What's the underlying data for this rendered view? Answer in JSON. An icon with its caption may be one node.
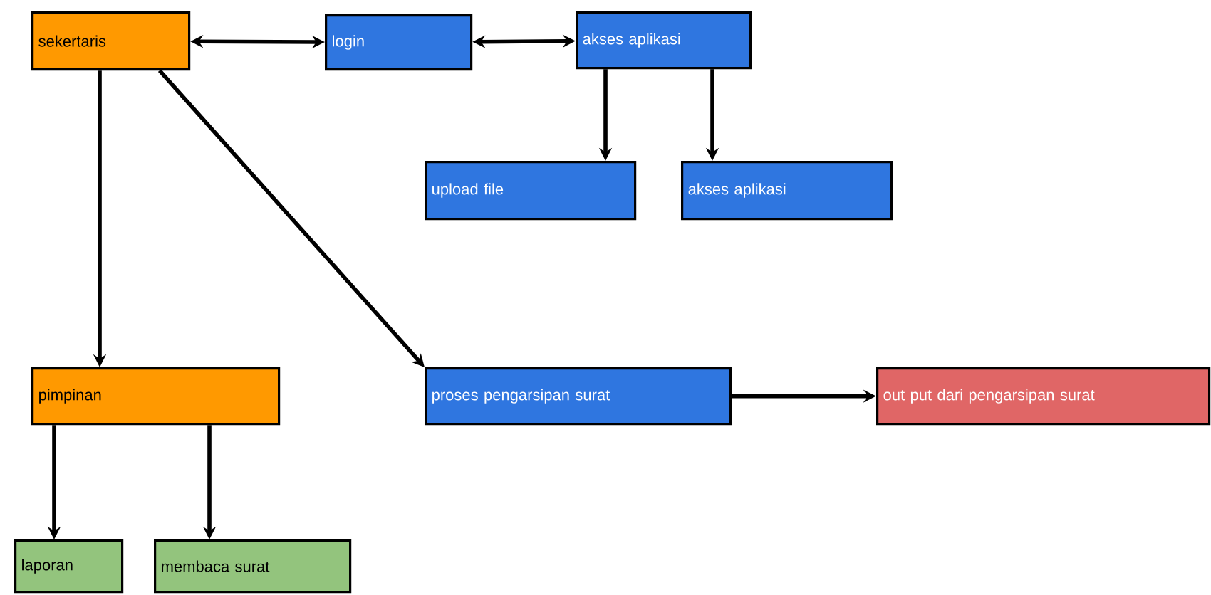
{
  "diagram": {
    "nodes": [
      {
        "text": [
          "sekertaris"
        ]
      },
      {
        "text": [
          "login"
        ]
      },
      {
        "text": [
          "akses aplikasi"
        ]
      },
      {
        "text": [
          "upload file"
        ]
      },
      {
        "text": [
          "akses aplikasi"
        ]
      },
      {
        "text": [
          "pimpinan"
        ]
      },
      {
        "text": [
          "proses pengarsipan surat"
        ]
      },
      {
        "text": [
          "out put dari pengarsipan surat"
        ]
      },
      {
        "text": [
          "laporan"
        ]
      },
      {
        "text": [
          "membaca surat"
        ]
      }
    ],
    "edges": [
      {
        "from": 0,
        "to": 1,
        "arrow": "both"
      },
      {
        "from": 1,
        "to": 2,
        "arrow": "both"
      },
      {
        "from": 2,
        "to": 3,
        "arrow": "to"
      },
      {
        "from": 2,
        "to": 4,
        "arrow": "to"
      },
      {
        "from": 0,
        "to": 5,
        "arrow": "to"
      },
      {
        "from": 0,
        "to": 6,
        "arrow": "to"
      },
      {
        "from": 6,
        "to": 7,
        "arrow": "to"
      },
      {
        "from": 5,
        "to": 8,
        "arrow": "to"
      },
      {
        "from": 5,
        "to": 9,
        "arrow": "to"
      }
    ]
  }
}
